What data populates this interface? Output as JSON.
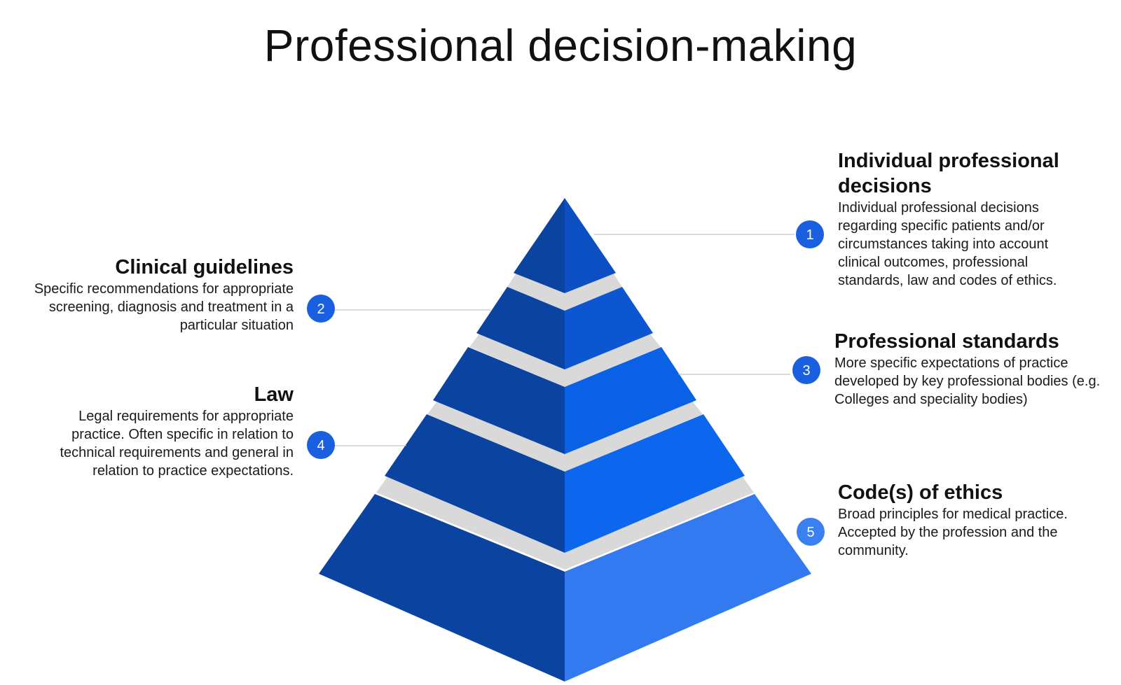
{
  "title": "Professional decision-making",
  "colors": {
    "level_1": "#0d5bd8",
    "level_2": "#0c56d1",
    "level_3": "#0b61e6",
    "level_4": "#0c66ee",
    "level_5": "#3379ef",
    "shadow_side": "#0a43a0",
    "separator": "#d9d9d9",
    "badge": "#1a5fe0",
    "leader_line": "#b5b5b5"
  },
  "levels": [
    {
      "number": "1",
      "heading": "Individual professional decisions",
      "description": "Individual professional decisions regarding specific patients and/or circumstances taking into account clinical outcomes, professional standards, law and codes of ethics."
    },
    {
      "number": "2",
      "heading": "Clinical guidelines",
      "description": "Specific recommendations for appropriate screening, diagnosis and treatment in a particular situation"
    },
    {
      "number": "3",
      "heading": "Professional standards",
      "description": "More specific expectations of practice developed by key professional bodies (e.g. Colleges and speciality bodies)"
    },
    {
      "number": "4",
      "heading": "Law",
      "description": "Legal requirements for appropriate practice. Often specific in relation to technical requirements and general in relation to practice expectations."
    },
    {
      "number": "5",
      "heading": "Code(s) of ethics",
      "description": "Broad principles for medical practice. Accepted by the profession and the community."
    }
  ]
}
